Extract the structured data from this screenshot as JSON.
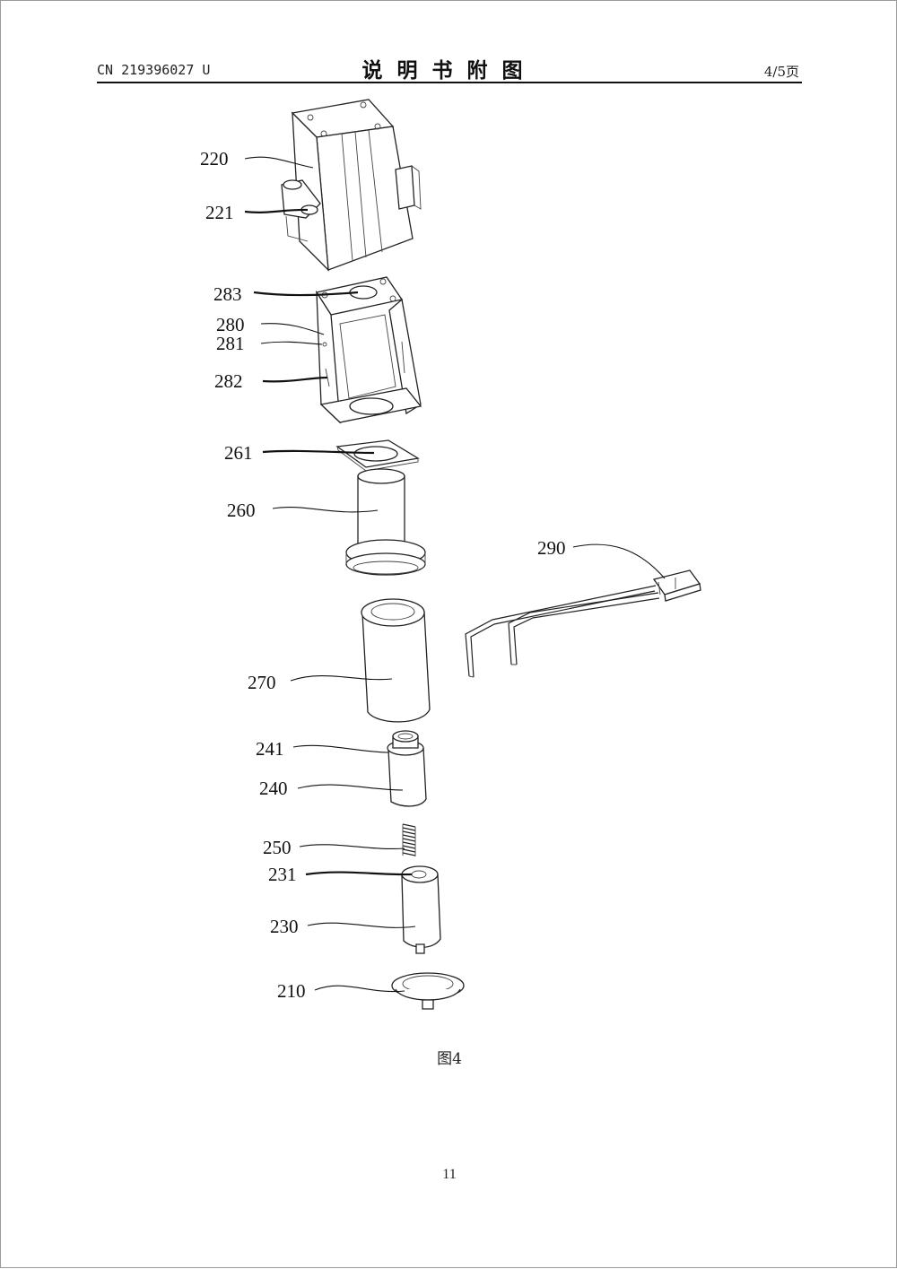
{
  "header": {
    "patent_number": "CN 219396027 U",
    "title": "说明书附图",
    "page_of": "4/5页"
  },
  "figure": {
    "caption": "图4",
    "reference_labels": {
      "r220": "220",
      "r221": "221",
      "r283": "283",
      "r280": "280",
      "r281": "281",
      "r282": "282",
      "r261": "261",
      "r260": "260",
      "r290": "290",
      "r270": "270",
      "r241": "241",
      "r240": "240",
      "r250": "250",
      "r231": "231",
      "r230": "230",
      "r210": "210"
    }
  },
  "footer": {
    "page_number": "11"
  }
}
